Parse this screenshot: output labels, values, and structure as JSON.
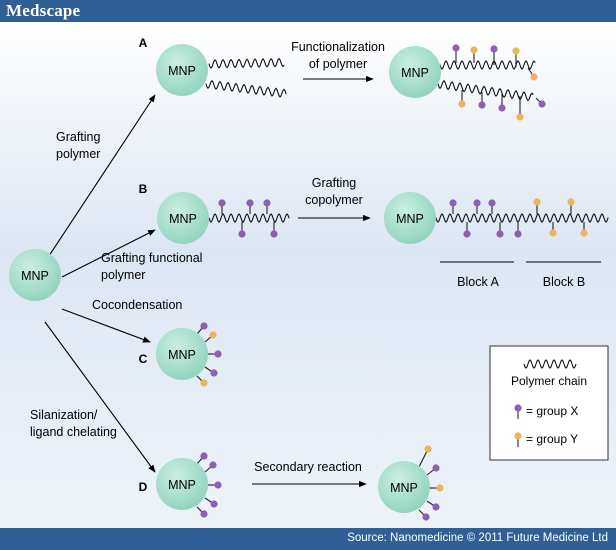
{
  "header": {
    "brand": "Medscape"
  },
  "footer": {
    "source": "Source: Nanomedicine © 2011 Future Medicine Ltd"
  },
  "colors": {
    "background_top": "#ffffff",
    "background_mid": "#dce6f3",
    "nanoparticle": "#9fd9c6",
    "group_x": "#8f5fb0",
    "group_y": "#eeb45a",
    "brand_bar": "#2f5f95"
  },
  "diagram": {
    "particle_label": "MNP",
    "panels": {
      "a": "A",
      "b": "B",
      "c": "C",
      "d": "D"
    },
    "routes": {
      "grafting_polymer": [
        "Grafting",
        "polymer"
      ],
      "grafting_functional": [
        "Grafting functional",
        "polymer"
      ],
      "cocondensation": "Cocondensation",
      "silanization": [
        "Silanization/",
        "ligand chelating"
      ]
    },
    "steps": {
      "functionalization": [
        "Functionalization",
        "of polymer"
      ],
      "grafting_copolymer": [
        "Grafting",
        "copolymer"
      ],
      "secondary_reaction": "Secondary reaction"
    },
    "blocks": {
      "a": "Block A",
      "b": "Block B"
    },
    "legend": {
      "polymer_chain": "Polymer chain",
      "group_x": "= group X",
      "group_y": "= group Y"
    }
  }
}
